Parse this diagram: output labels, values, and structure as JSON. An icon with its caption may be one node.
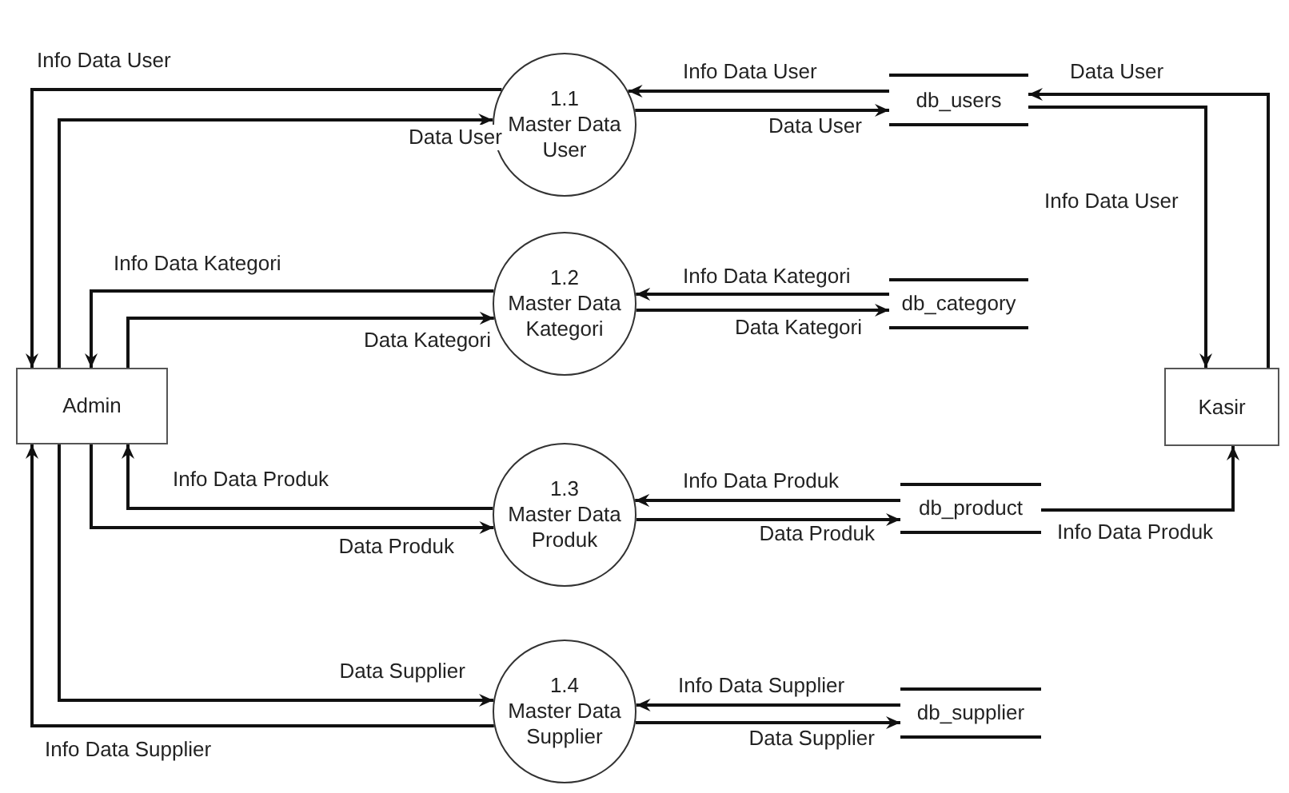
{
  "diagram": {
    "nodes": [
      {
        "text": [
          "1.1",
          "Master Data User"
        ]
      },
      {
        "text": [
          "db_users"
        ]
      },
      {
        "text": [
          "1.2",
          "Master Data Kategori"
        ]
      },
      {
        "text": [
          "db_category"
        ]
      },
      {
        "text": [
          "Admin"
        ]
      },
      {
        "text": [
          "Kasir"
        ]
      },
      {
        "text": [
          "1.3",
          "Master Data Produk"
        ]
      },
      {
        "text": [
          "db_product"
        ]
      },
      {
        "text": [
          "1.4",
          "Master Data Supplier"
        ]
      },
      {
        "text": [
          "db_supplier"
        ]
      }
    ],
    "edges": [
      {
        "from": 0,
        "to": 4,
        "arrow": "to",
        "label": "Info Data User"
      },
      {
        "from": 4,
        "to": 0,
        "arrow": "to",
        "label": "Data User"
      },
      {
        "from": 1,
        "to": 0,
        "arrow": "to",
        "label": "Info Data User"
      },
      {
        "from": 0,
        "to": 1,
        "arrow": "to",
        "label": "Data User"
      },
      {
        "from": 5,
        "to": 1,
        "arrow": "to",
        "label": "Data User"
      },
      {
        "from": 1,
        "to": 5,
        "arrow": "to",
        "label": "Info Data User"
      },
      {
        "from": 2,
        "to": 4,
        "arrow": "to",
        "label": "Info Data Kategori"
      },
      {
        "from": 4,
        "to": 2,
        "arrow": "to",
        "label": "Data Kategori"
      },
      {
        "from": 3,
        "to": 2,
        "arrow": "to",
        "label": "Info Data Kategori"
      },
      {
        "from": 2,
        "to": 3,
        "arrow": "to",
        "label": "Data Kategori"
      },
      {
        "from": 6,
        "to": 4,
        "arrow": "to",
        "label": "Info Data Produk"
      },
      {
        "from": 4,
        "to": 6,
        "arrow": "to",
        "label": "Data Produk"
      },
      {
        "from": 7,
        "to": 6,
        "arrow": "to",
        "label": "Info Data Produk"
      },
      {
        "from": 6,
        "to": 7,
        "arrow": "to",
        "label": "Data Produk"
      },
      {
        "from": 7,
        "to": 5,
        "arrow": "to",
        "label": "Info Data Produk"
      },
      {
        "from": 4,
        "to": 8,
        "arrow": "to",
        "label": "Data Supplier"
      },
      {
        "from": 8,
        "to": 4,
        "arrow": "to",
        "label": "Info Data Supplier"
      },
      {
        "from": 9,
        "to": 8,
        "arrow": "to",
        "label": "Info Data Supplier"
      },
      {
        "from": 8,
        "to": 9,
        "arrow": "to",
        "label": "Data Supplier"
      }
    ]
  }
}
